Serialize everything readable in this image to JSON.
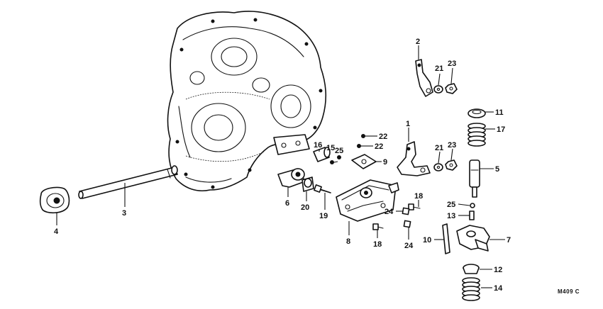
{
  "diagram": {
    "part_numbers": [
      "1",
      "2",
      "3",
      "4",
      "5",
      "6",
      "7",
      "8",
      "9",
      "10",
      "11",
      "12",
      "13",
      "14",
      "15",
      "16",
      "17",
      "18",
      "19",
      "20",
      "21",
      "22",
      "23",
      "24",
      "25"
    ],
    "callouts": [
      {
        "id": "c2",
        "label": "2"
      },
      {
        "id": "c21a",
        "label": "21"
      },
      {
        "id": "c23a",
        "label": "23"
      },
      {
        "id": "c11",
        "label": "11"
      },
      {
        "id": "c17",
        "label": "17"
      },
      {
        "id": "c1",
        "label": "1"
      },
      {
        "id": "c22a",
        "label": "22"
      },
      {
        "id": "c22b",
        "label": "22"
      },
      {
        "id": "c16",
        "label": "16"
      },
      {
        "id": "c15",
        "label": "15"
      },
      {
        "id": "c25a",
        "label": "25"
      },
      {
        "id": "c9",
        "label": "9"
      },
      {
        "id": "c21b",
        "label": "21"
      },
      {
        "id": "c23b",
        "label": "23"
      },
      {
        "id": "c5",
        "label": "5"
      },
      {
        "id": "c6",
        "label": "6"
      },
      {
        "id": "c20",
        "label": "20"
      },
      {
        "id": "c19",
        "label": "19"
      },
      {
        "id": "c18a",
        "label": "18"
      },
      {
        "id": "c24a",
        "label": "24"
      },
      {
        "id": "c25b",
        "label": "25"
      },
      {
        "id": "c13",
        "label": "13"
      },
      {
        "id": "c8",
        "label": "8"
      },
      {
        "id": "c18b",
        "label": "18"
      },
      {
        "id": "c24b",
        "label": "24"
      },
      {
        "id": "c10",
        "label": "10"
      },
      {
        "id": "c7",
        "label": "7"
      },
      {
        "id": "c12",
        "label": "12"
      },
      {
        "id": "c14",
        "label": "14"
      },
      {
        "id": "c3",
        "label": "3"
      },
      {
        "id": "c4",
        "label": "4"
      }
    ],
    "figure_code": "M409 C"
  }
}
